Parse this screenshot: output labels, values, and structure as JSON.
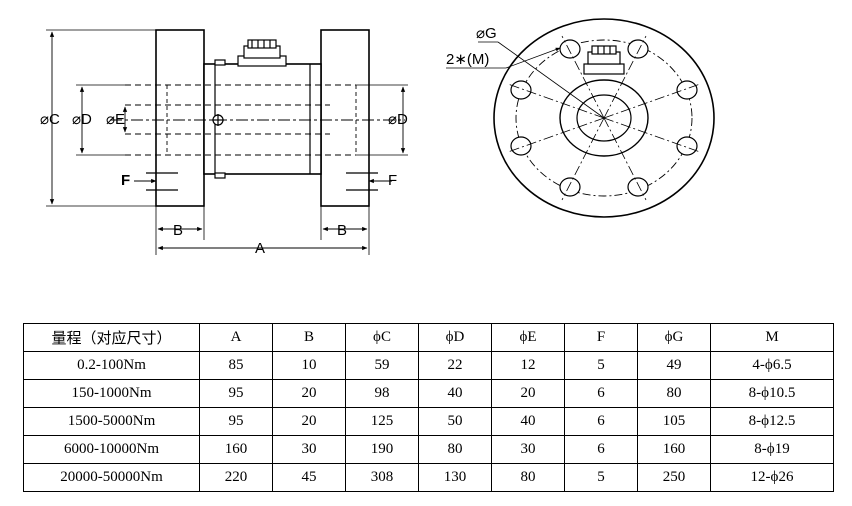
{
  "diagram": {
    "labels": {
      "dia_c": "⌀C",
      "dia_d_left": "⌀D",
      "dia_e": "⌀E",
      "dia_d_right": "⌀D",
      "f_left": "F",
      "f_right": "F",
      "b_left": "B",
      "b_right": "B",
      "a": "A",
      "dia_g": "⌀G",
      "holes": "2∗(M)"
    }
  },
  "table": {
    "headers": [
      "量程（对应尺寸）",
      "A",
      "B",
      "ϕC",
      "ϕD",
      "ϕE",
      "F",
      "ϕG",
      "M"
    ],
    "rows": [
      [
        "0.2-100Nm",
        "85",
        "10",
        "59",
        "22",
        "12",
        "5",
        "49",
        "4-ϕ6.5"
      ],
      [
        "150-1000Nm",
        "95",
        "20",
        "98",
        "40",
        "20",
        "6",
        "80",
        "8-ϕ10.5"
      ],
      [
        "1500-5000Nm",
        "95",
        "20",
        "125",
        "50",
        "40",
        "6",
        "105",
        "8-ϕ12.5"
      ],
      [
        "6000-10000Nm",
        "160",
        "30",
        "190",
        "80",
        "30",
        "6",
        "160",
        "8-ϕ19"
      ],
      [
        "20000-50000Nm",
        "220",
        "45",
        "308",
        "130",
        "80",
        "5",
        "250",
        "12-ϕ26"
      ]
    ]
  }
}
